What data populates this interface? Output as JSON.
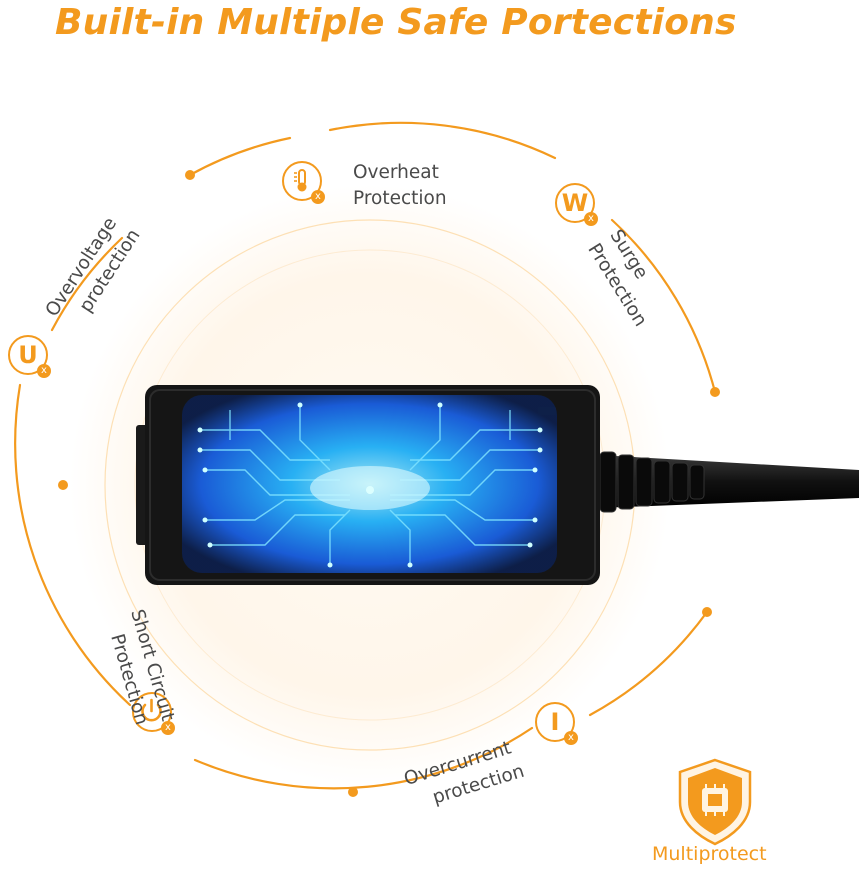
{
  "headline": "Built-in Multiple Safe Portections",
  "protections": {
    "overheat": {
      "line1": "Overheat",
      "line2": "Protection",
      "icon": "thermometer-icon"
    },
    "surge": {
      "line1": "Surge",
      "line2": "Protection",
      "icon_letter": "W"
    },
    "overvoltage": {
      "line1": "Overvoltage",
      "line2": "protection",
      "icon_letter": "U"
    },
    "short_circuit": {
      "line1": "Short Circuit",
      "line2": "Protection",
      "icon": "power-icon"
    },
    "overcurrent": {
      "line1": "Overcurrent",
      "line2": "protection",
      "icon_letter": "I"
    }
  },
  "icon_badge": "x",
  "badge": {
    "label": "Multiprotect",
    "icon": "shield-chip-icon"
  },
  "colors": {
    "accent": "#f39a1e",
    "text": "#4a4a4a",
    "device": "#141414",
    "glow": "#1da9ff"
  }
}
